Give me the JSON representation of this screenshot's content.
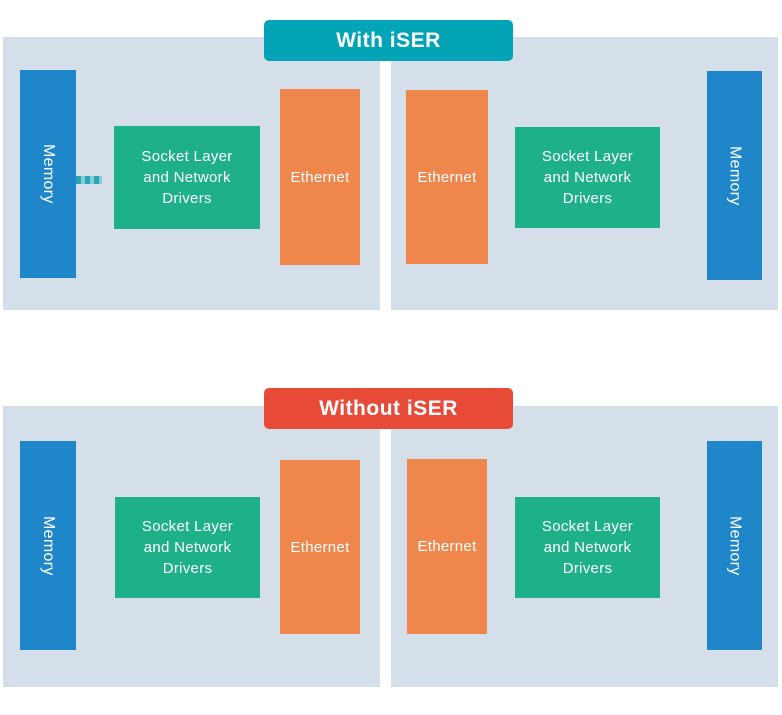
{
  "colors": {
    "with_iser_banner": "#02A4B5",
    "without_iser_banner": "#E74B38",
    "panel_background": "#D5DFE9",
    "memory_blue": "#1E86C9",
    "drivers_green": "#1EB089",
    "ethernet_orange": "#EF874D",
    "connector_dark_teal": "#28A5B6",
    "connector_light_teal": "#85CBD5",
    "label_text": "#FFFFFF"
  },
  "sections": [
    {
      "id": "with-iser",
      "banner_label": "With iSER",
      "left_panel": {
        "memory_label": "Memory",
        "drivers_label": "Socket Layer and Network Drivers",
        "ethernet_label": "Ethernet",
        "has_memory_connector": true
      },
      "right_panel": {
        "ethernet_label": "Ethernet",
        "drivers_label": "Socket Layer and Network Drivers",
        "memory_label": "Memory"
      }
    },
    {
      "id": "without-iser",
      "banner_label": "Without iSER",
      "left_panel": {
        "memory_label": "Memory",
        "drivers_label": "Socket Layer and Network Drivers",
        "ethernet_label": "Ethernet"
      },
      "right_panel": {
        "ethernet_label": "Ethernet",
        "drivers_label": "Socket Layer and Network Drivers",
        "memory_label": "Memory"
      }
    }
  ]
}
